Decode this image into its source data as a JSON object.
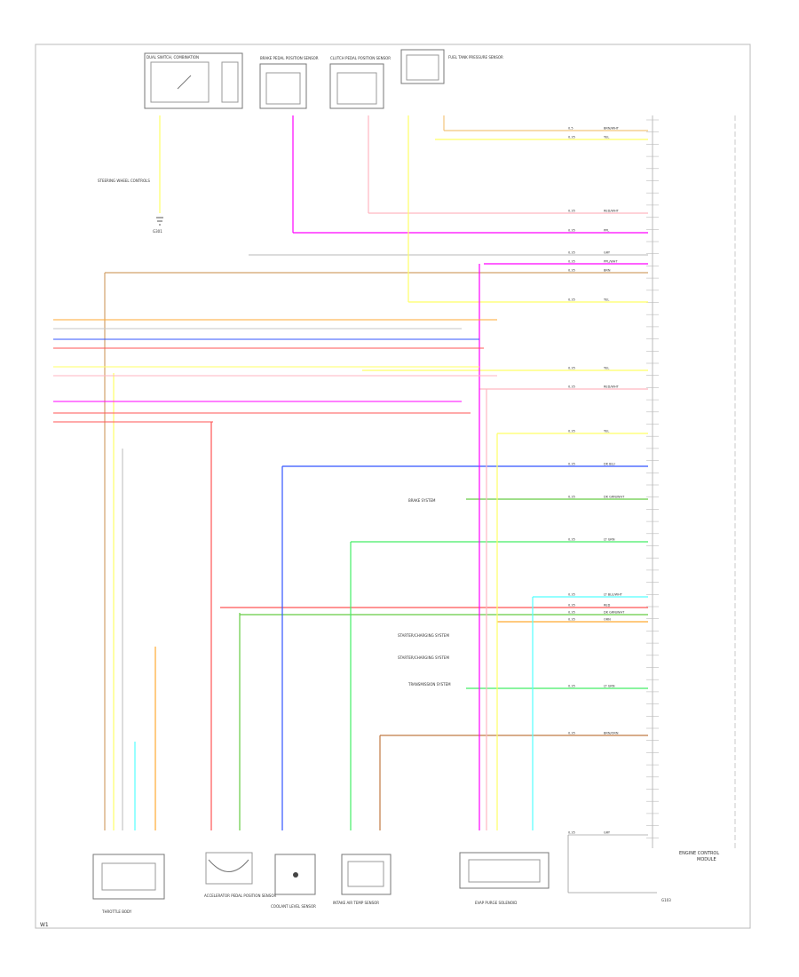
{
  "diagram": {
    "footer_code": "W1",
    "ecm": {
      "label_line1": "ENGINE CONTROL",
      "label_line2": "MODULE"
    },
    "top_components": [
      {
        "label": "DUAL SWITCH, COMBINATION"
      },
      {
        "label": "BRAKE PEDAL POSITION SENSOR"
      },
      {
        "label": "CLUTCH PEDAL POSITION SENSOR"
      },
      {
        "label": "FUEL TANK PRESSURE SENSOR"
      }
    ],
    "left_labels": {
      "ground_ref": "STEERING WHEEL CONTROLS",
      "ground_name": "G301"
    },
    "bottom_components": [
      {
        "label": "THROTTLE BODY"
      },
      {
        "label": "ACCELERATOR PEDAL POSITION SENSOR"
      },
      {
        "label": "COOLANT LEVEL SENSOR"
      },
      {
        "label": "INTAKE AIR TEMP SENSOR"
      },
      {
        "label": "EVAP PURGE SOLENOID"
      }
    ],
    "mid_refs": [
      {
        "label": "BRAKE SYSTEM"
      },
      {
        "label": "STARTER/CHARGING SYSTEM"
      },
      {
        "label": "STARTER/CHARGING SYSTEM"
      },
      {
        "label": "TRANSMISSION SYSTEM"
      }
    ],
    "bottom_right_ground": "G103",
    "wires": [
      {
        "color": "#f2c57c",
        "tag": "BRN/WHT",
        "gauge": "0.5"
      },
      {
        "color": "#ffb6c1",
        "tag": "RED/WHT",
        "gauge": "0.35"
      },
      {
        "color": "#ff00ff",
        "tag": "PPL/WHT",
        "gauge": "0.35"
      },
      {
        "color": "#ff00ff",
        "tag": "PPL",
        "gauge": "0.35"
      },
      {
        "color": "#c6c6c6",
        "tag": "GRY",
        "gauge": "0.35"
      },
      {
        "color": "#d2a26b",
        "tag": "BRN",
        "gauge": "0.35"
      },
      {
        "color": "#ffff66",
        "tag": "YEL",
        "gauge": "0.35"
      },
      {
        "color": "#3355ff",
        "tag": "DK BLU",
        "gauge": "0.35"
      },
      {
        "color": "#66cc44",
        "tag": "DK GRN/WHT",
        "gauge": "0.35"
      },
      {
        "color": "#44ee66",
        "tag": "LT GRN",
        "gauge": "0.35"
      },
      {
        "color": "#ff5555",
        "tag": "RED",
        "gauge": "0.35"
      },
      {
        "color": "#55ffff",
        "tag": "LT BLU/WHT",
        "gauge": "0.35"
      },
      {
        "color": "#ffaa33",
        "tag": "ORN",
        "gauge": "0.35"
      },
      {
        "color": "#c07a44",
        "tag": "BRN/ORN",
        "gauge": "0.35"
      }
    ]
  }
}
